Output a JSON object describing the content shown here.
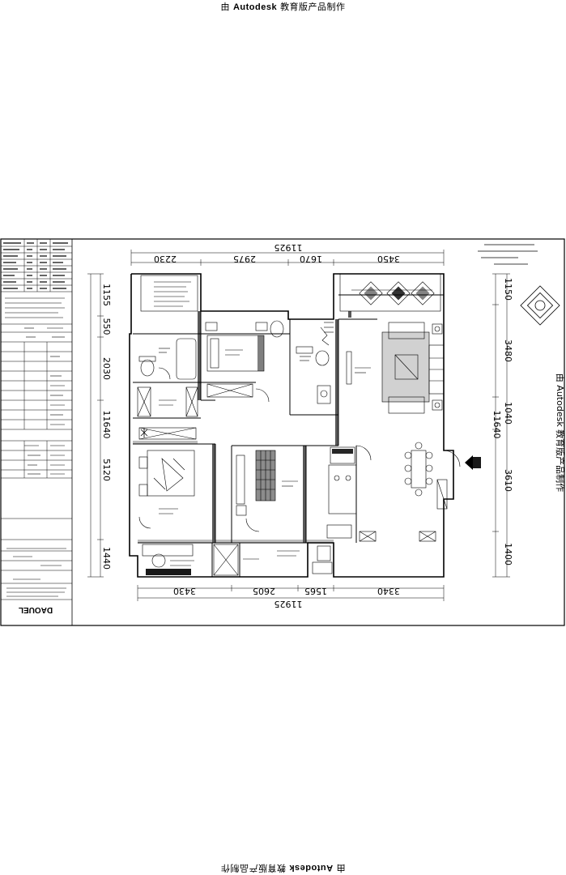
{
  "watermark": {
    "prefix": "由",
    "brand": "Autodesk",
    "suffix": "教育版产品制作",
    "full": "由 Autodesk 教育版产品制作"
  },
  "plan": {
    "dims_top": {
      "total": "11925",
      "segments": [
        "2230",
        "2975",
        "1670",
        "3450"
      ]
    },
    "dims_bottom": {
      "total": "11925",
      "segments": [
        "3430",
        "2605",
        "1565",
        "3340"
      ]
    },
    "dims_left": {
      "total": "11640",
      "segments": [
        "1155",
        "550",
        "2030",
        "5120",
        "1440"
      ]
    },
    "dims_right": {
      "total": "11640",
      "segments": [
        "1150",
        "3480",
        "1040",
        "3610",
        "1400"
      ]
    }
  },
  "title_block": {
    "company": "DAOUEL"
  },
  "colors": {
    "line": "#000000",
    "background": "#ffffff"
  }
}
